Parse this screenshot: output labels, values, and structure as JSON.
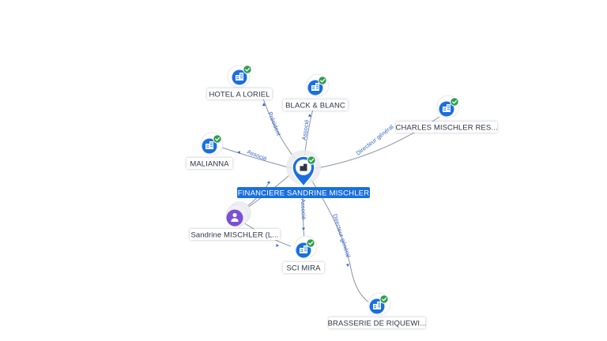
{
  "colors": {
    "company_blue": "#1a6fe0",
    "person_purple": "#7b4fd6",
    "check_green": "#2e9e4f",
    "edge_gray": "#8a93a6",
    "edge_label_blue": "#3a67c9"
  },
  "nodes": {
    "center": {
      "label": "FINANCIERE SANDRINE MISCHLER",
      "icon": "building-icon",
      "kind": "company"
    },
    "hotel": {
      "label": "HOTEL A LORIEL",
      "icon": "building-icon",
      "kind": "company"
    },
    "black": {
      "label": "BLACK & BLANC",
      "icon": "building-icon",
      "kind": "company"
    },
    "charles": {
      "label": "CHARLES MISCHLER RES...",
      "icon": "building-icon",
      "kind": "company"
    },
    "malianna": {
      "label": "MALIANNA",
      "icon": "building-icon",
      "kind": "company"
    },
    "sandrine": {
      "label": "Sandrine MISCHLER (L...",
      "icon": "person-icon",
      "kind": "person"
    },
    "scimira": {
      "label": "SCI MIRA",
      "icon": "building-icon",
      "kind": "company"
    },
    "brasserie": {
      "label": "BRASSERIE DE RIQUEWI...",
      "icon": "building-icon",
      "kind": "company"
    }
  },
  "edges": {
    "hotel": {
      "label": "Président"
    },
    "black": {
      "label": "Associé"
    },
    "charles": {
      "label": "Directeur général"
    },
    "malianna": {
      "label": "Associé"
    },
    "scimira": {
      "label": "Associé"
    },
    "brasserie": {
      "label": "Directeur général"
    }
  }
}
